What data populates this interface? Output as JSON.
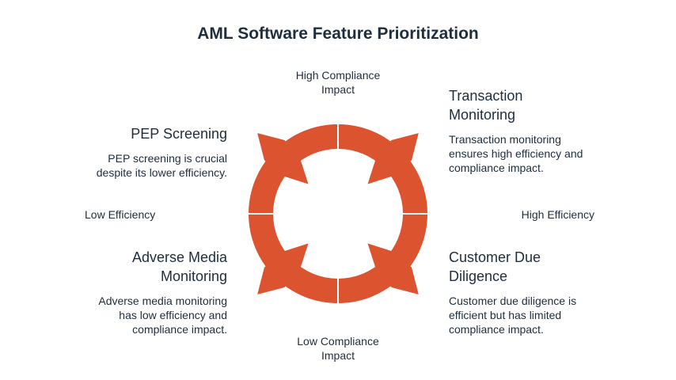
{
  "title": "AML Software Feature Prioritization",
  "axes": {
    "top": [
      "High Compliance",
      "Impact"
    ],
    "bottom": [
      "Low Compliance",
      "Impact"
    ],
    "left": "Low Efficiency",
    "right": "High Efficiency"
  },
  "quadrants": {
    "top_left": {
      "title": [
        "PEP Screening"
      ],
      "desc": [
        "PEP screening is crucial",
        "despite its lower efficiency."
      ]
    },
    "top_right": {
      "title": [
        "Transaction",
        "Monitoring"
      ],
      "desc": [
        "Transaction monitoring",
        "ensures high efficiency and",
        "compliance impact."
      ]
    },
    "bottom_left": {
      "title": [
        "Adverse Media",
        "Monitoring"
      ],
      "desc": [
        "Adverse media monitoring",
        "has low efficiency and",
        "compliance impact."
      ]
    },
    "bottom_right": {
      "title": [
        "Customer Due",
        "Diligence"
      ],
      "desc": [
        "Customer due diligence is",
        "efficient but has limited",
        "compliance impact."
      ]
    }
  },
  "colors": {
    "ring": "#dc5330",
    "text": "#1f2d3d"
  }
}
